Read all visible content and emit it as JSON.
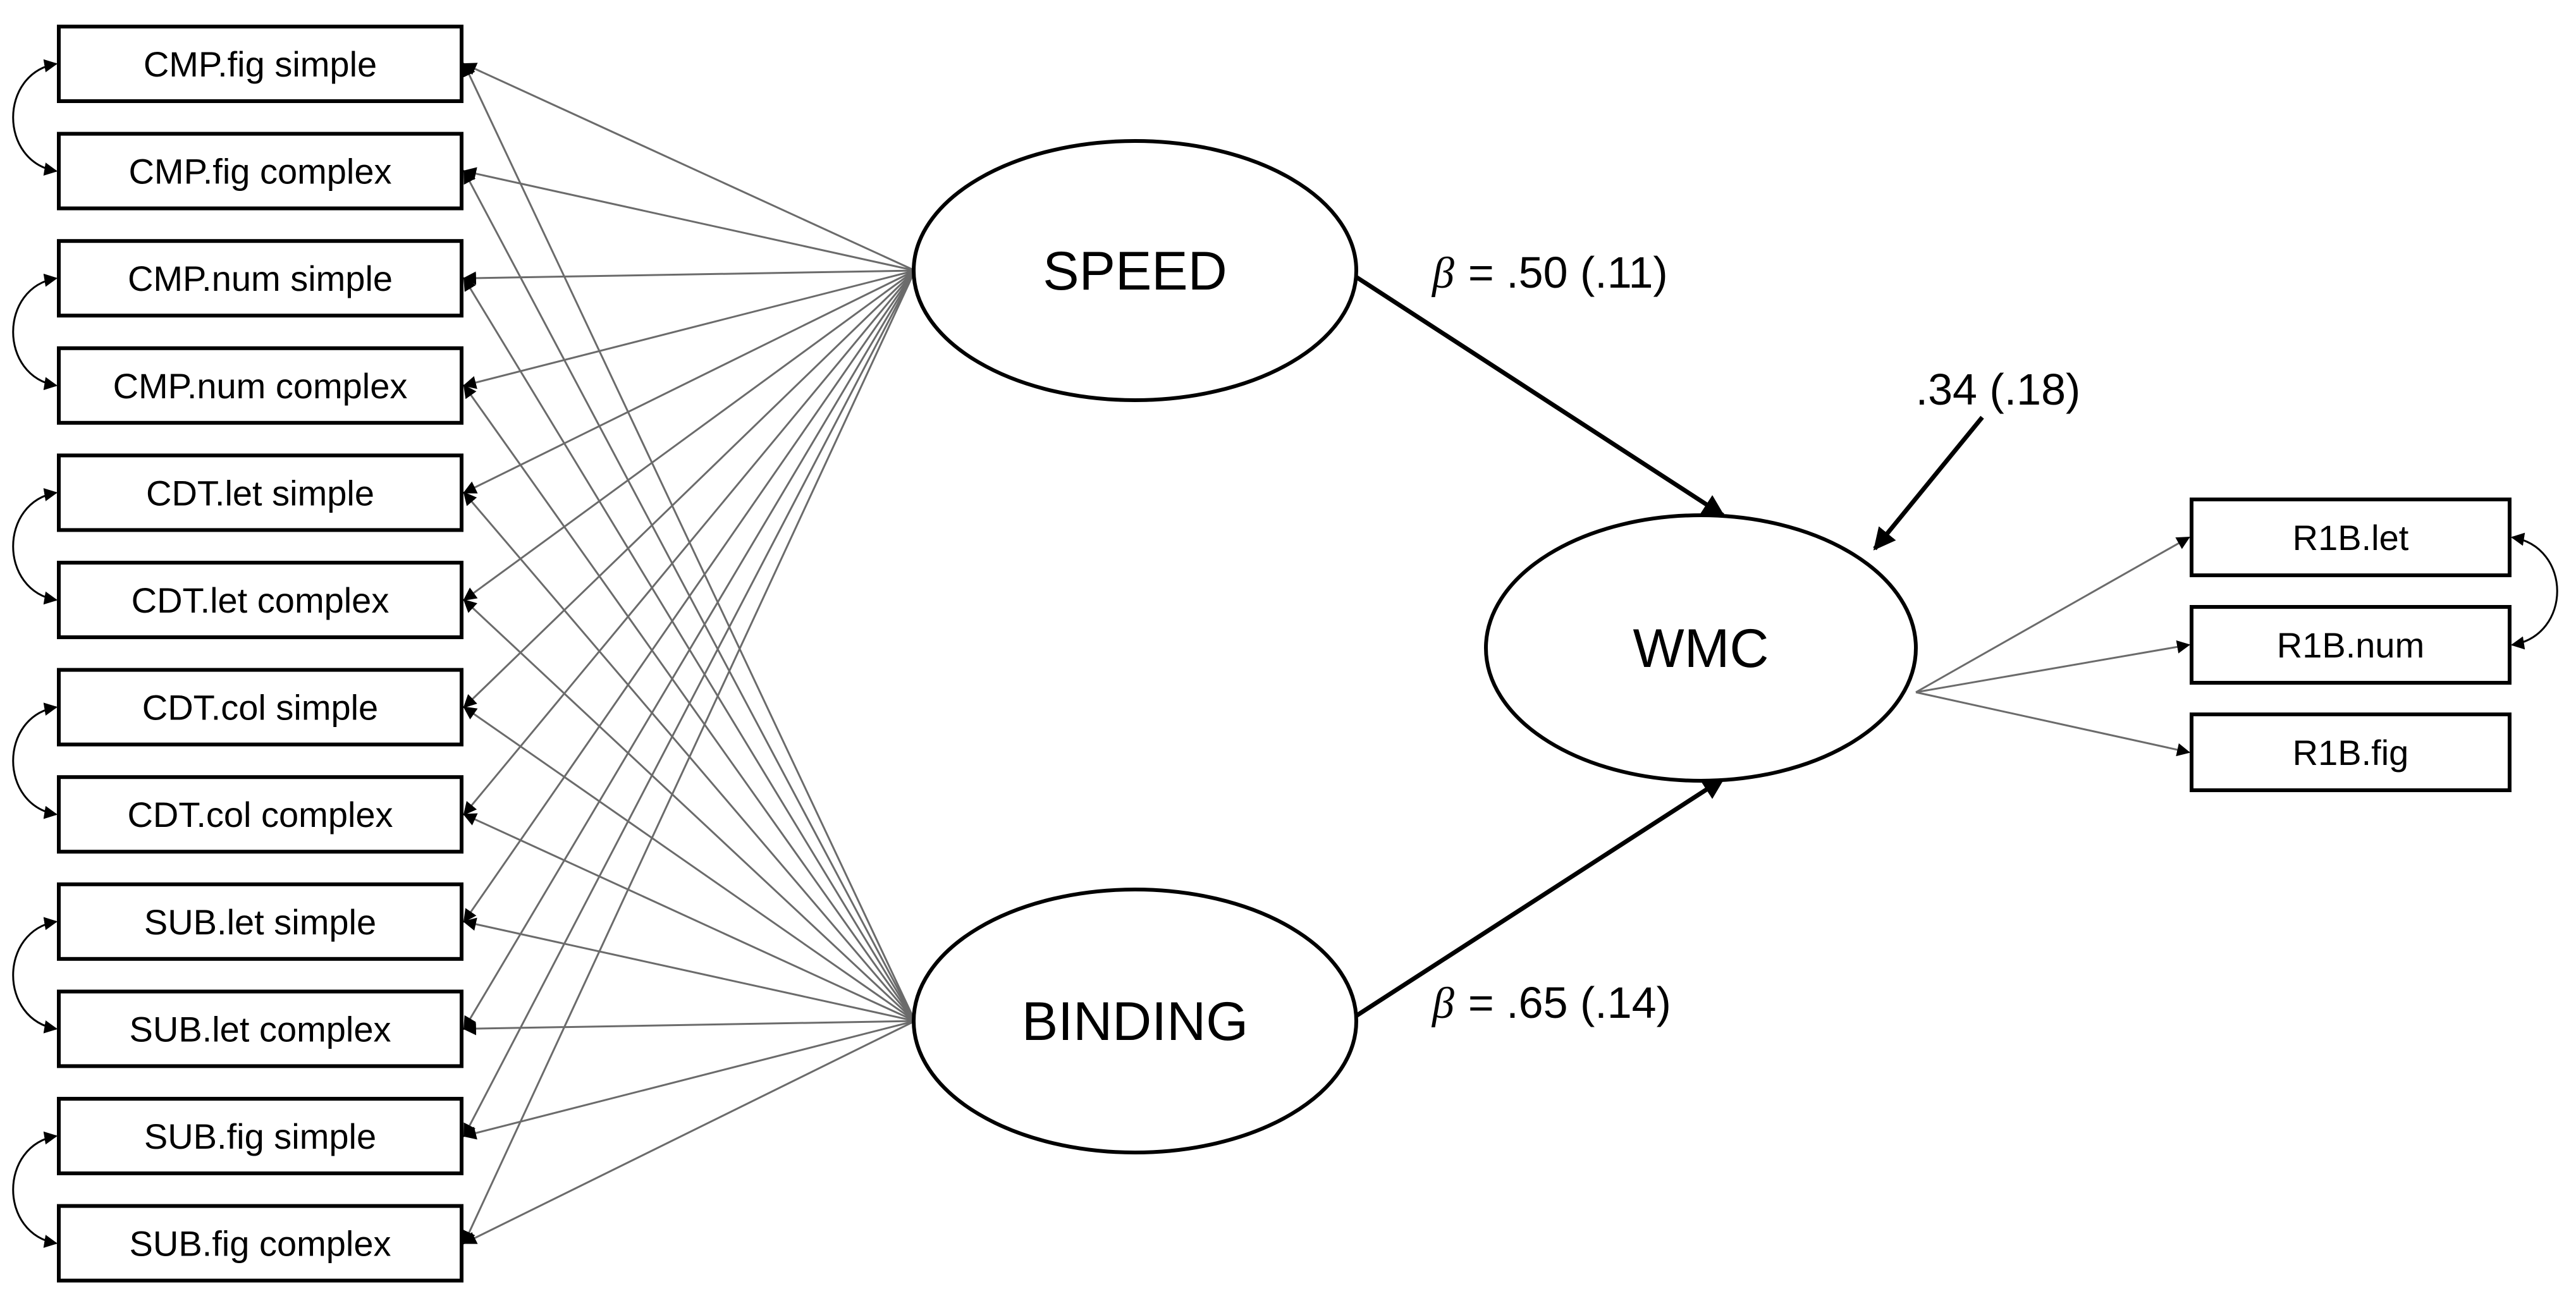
{
  "indicators_left": [
    "CMP.fig simple",
    "CMP.fig complex",
    "CMP.num simple",
    "CMP.num complex",
    "CDT.let simple",
    "CDT.let complex",
    "CDT.col simple",
    "CDT.col complex",
    "SUB.let simple",
    "SUB.let complex",
    "SUB.fig simple",
    "SUB.fig complex"
  ],
  "indicators_right": [
    "R1B.let",
    "R1B.num",
    "R1B.fig"
  ],
  "latents": {
    "speed": "SPEED",
    "binding": "BINDING",
    "wmc": "WMC"
  },
  "paths": {
    "beta_symbol": "β",
    "speed_to_wmc": "= .50 (.11)",
    "binding_to_wmc": "= .65 (.14)",
    "wmc_residual": ".34 (.18)"
  },
  "colors": {
    "loading_line": "#6b6b6b",
    "structural_line": "#000000",
    "stroke": "#000000",
    "background": "#ffffff"
  }
}
